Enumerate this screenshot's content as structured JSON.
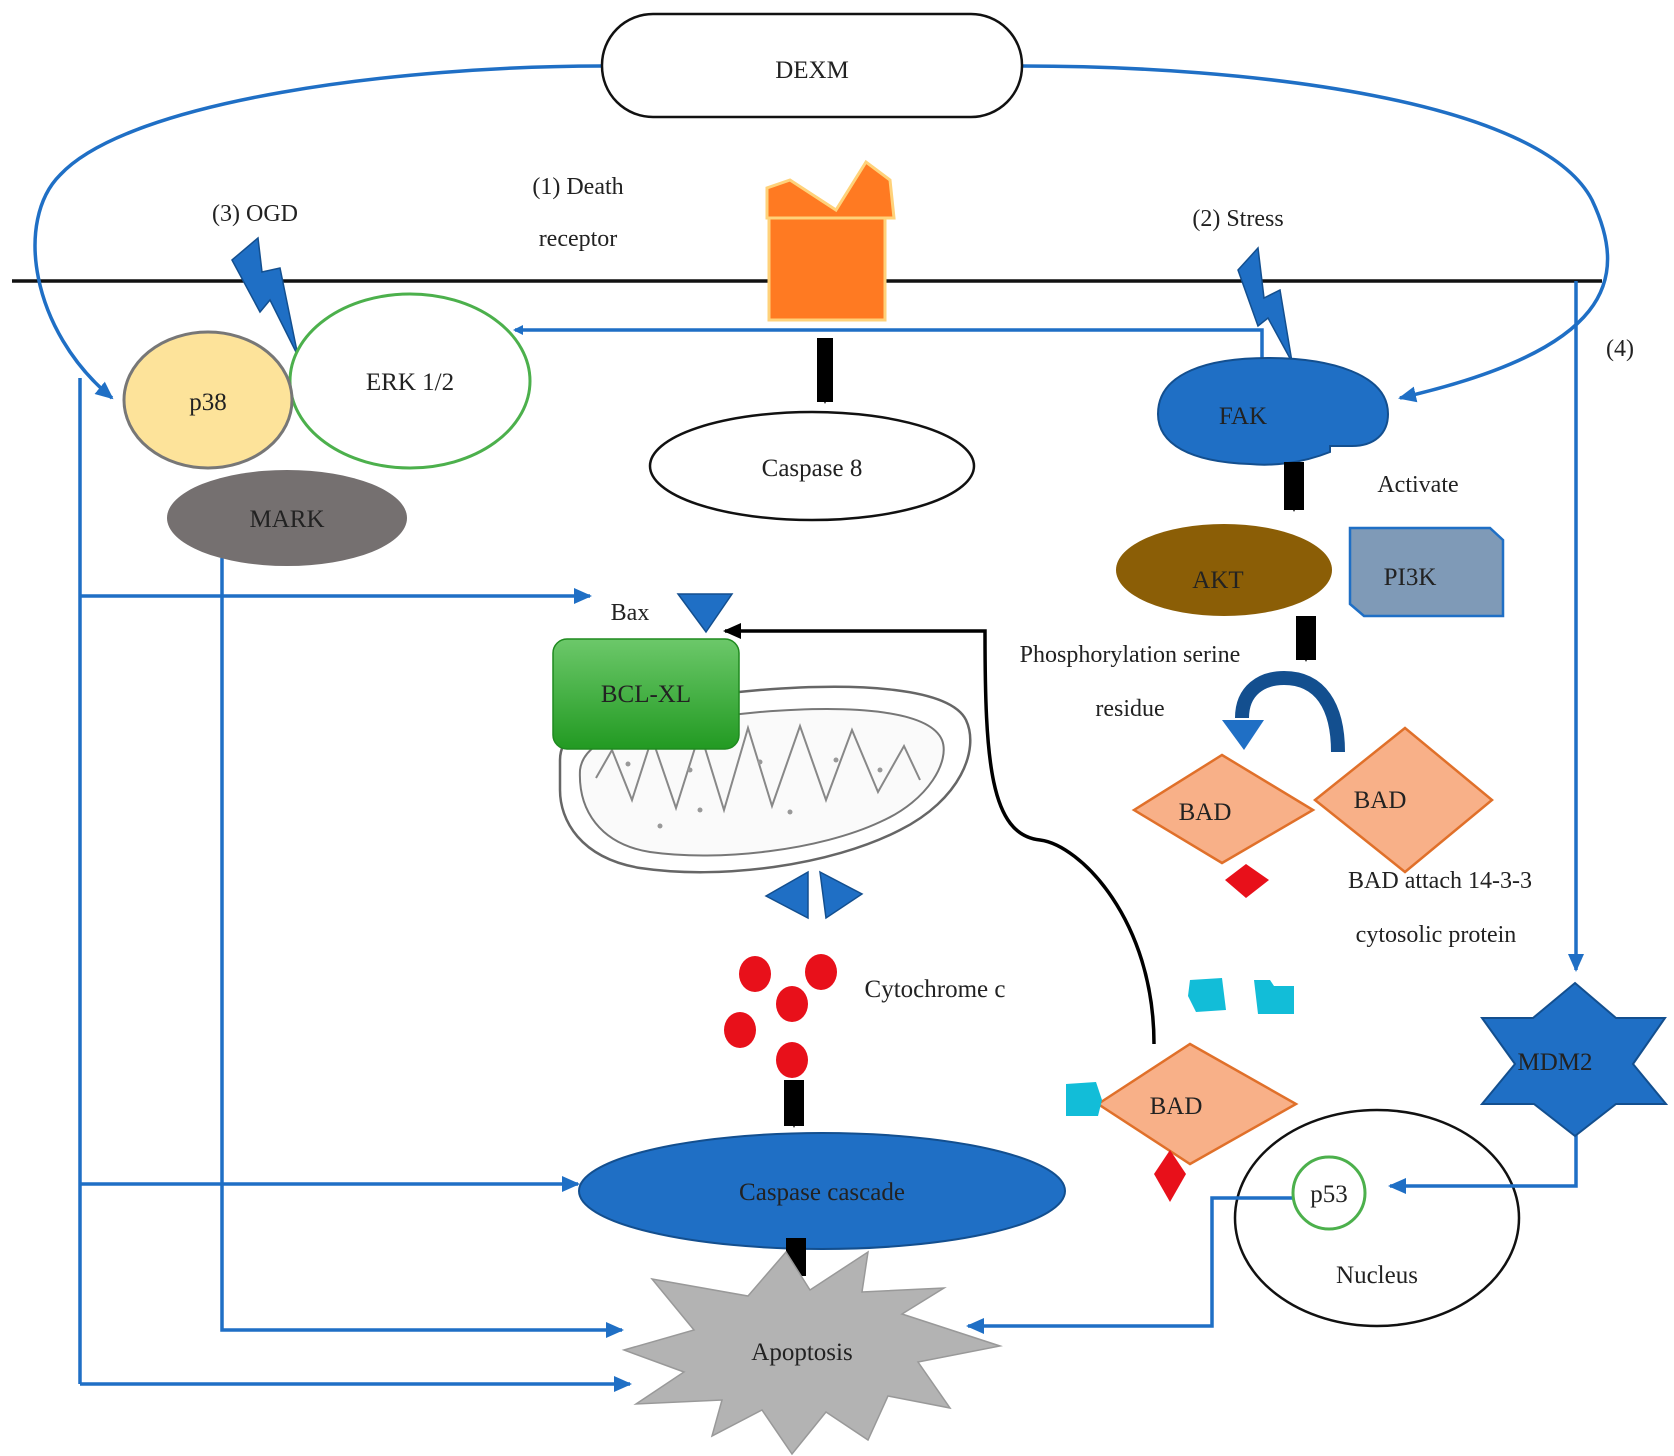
{
  "colors": {
    "connector": "#1f6fc5",
    "black_arrow": "#000000",
    "membrane": "#111111",
    "receptor": "#ff7a22",
    "receptor_outline": "#ffd27a",
    "p38_fill": "#fde39a",
    "erk_outline": "#4cb04c",
    "mark_fill": "#757070",
    "blue_fill": "#1f6fc5",
    "akt_fill": "#8b5e06",
    "pi3k_fill": "#7f9ab7",
    "bcl_fill": "#3aa83a",
    "bad_fill": "#f8b088",
    "bad_outline": "#e0702a",
    "red": "#e8101a",
    "cyan": "#12bdd8",
    "apoptosis_fill": "#b3b3b3"
  },
  "nodes": {
    "dexm": "DEXM",
    "p38": "p38",
    "erk": "ERK 1/2",
    "mark": "MARK",
    "caspase8": "Caspase 8",
    "fak": "FAK",
    "akt": "AKT",
    "pi3k": "PI3K",
    "bax": "Bax",
    "bcl_xl": "BCL-XL",
    "bad_left": "BAD",
    "bad_right": "BAD",
    "bad_bottom": "BAD",
    "mdm2": "MDM2",
    "p53": "p53",
    "nucleus": "Nucleus",
    "caspase_cascade": "Caspase cascade",
    "apoptosis": "Apoptosis"
  },
  "labels": {
    "ogd": "(3) OGD",
    "death_receptor_1": "(1) Death",
    "death_receptor_2": "receptor",
    "stress": "(2) Stress",
    "pathway4": "(4)",
    "activate": "Activate",
    "phospho_1": "Phosphorylation serine",
    "phospho_2": "residue",
    "bad_attach_1": "BAD attach 14-3-3",
    "bad_attach_2": "cytosolic protein",
    "cytochrome": "Cytochrome c"
  },
  "icons": [
    "death-receptor-icon",
    "lightning-icon",
    "mitochondrion-icon",
    "bax-triangle-icon",
    "cytochrome-dot-icon",
    "14-3-3-protein-icon",
    "phosphate-diamond-icon",
    "star-icon",
    "burst-icon"
  ]
}
